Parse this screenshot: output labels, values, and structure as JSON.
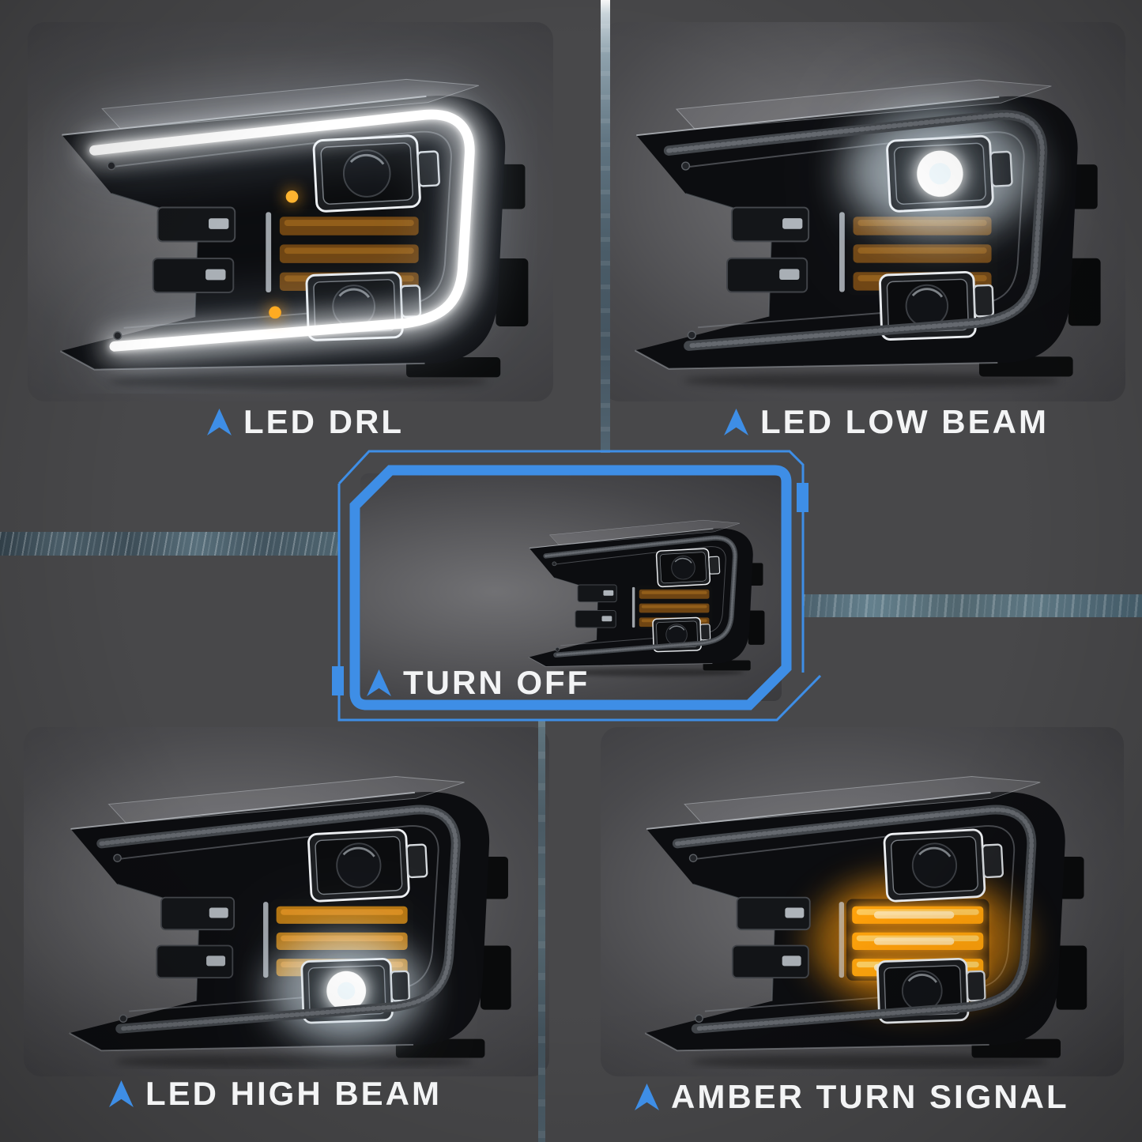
{
  "page": {
    "background_color": "#48484a",
    "accent_color": "#3e8ee6",
    "text_color": "#f3f4f5",
    "description": "Five photos of a black F-150 style full LED headlight shown in different lighting modes"
  },
  "panels": [
    {
      "id": "led-drl",
      "label": "LED DRL",
      "light_state": "drl",
      "position": "top-left",
      "icon": "chevron-up-icon"
    },
    {
      "id": "led-low-beam",
      "label": "LED LOW BEAM",
      "light_state": "low",
      "position": "top-right",
      "icon": "chevron-up-icon"
    },
    {
      "id": "turn-off",
      "label": "TURN OFF",
      "light_state": "off",
      "position": "center",
      "icon": "chevron-up-icon",
      "framed": true,
      "frame_color": "#3e8ee6"
    },
    {
      "id": "led-high-beam",
      "label": "LED HIGH BEAM",
      "light_state": "high",
      "position": "bottom-left",
      "icon": "chevron-up-icon"
    },
    {
      "id": "amber-turn-signal",
      "label": "AMBER TURN SIGNAL",
      "light_state": "turn",
      "position": "bottom-right",
      "icon": "chevron-up-icon"
    }
  ]
}
